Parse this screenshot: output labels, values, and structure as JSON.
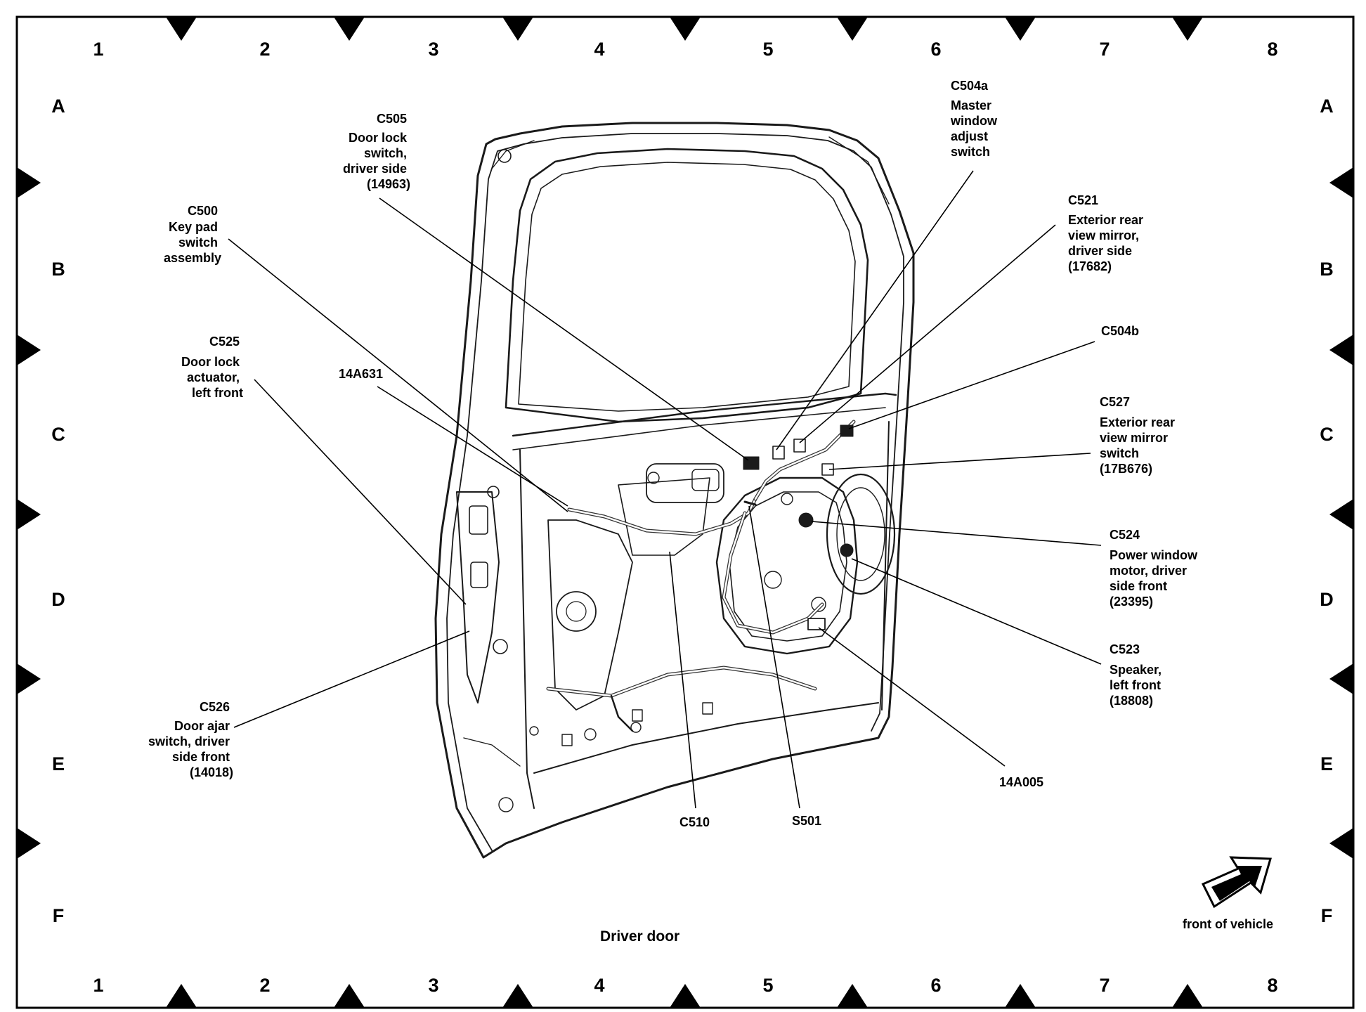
{
  "grid": {
    "columns": [
      "1",
      "2",
      "3",
      "4",
      "5",
      "6",
      "7",
      "8"
    ],
    "rows": [
      "A",
      "B",
      "C",
      "D",
      "E",
      "F"
    ]
  },
  "callouts": [
    {
      "id": "c505",
      "lines": [
        "C505",
        "Door lock",
        "switch,",
        "driver side",
        "(14963)"
      ]
    },
    {
      "id": "c504a",
      "lines": [
        "C504a",
        "Master",
        "window",
        "adjust",
        "switch"
      ]
    },
    {
      "id": "c500",
      "lines": [
        "C500",
        "Key pad",
        "switch",
        "assembly"
      ]
    },
    {
      "id": "c521",
      "lines": [
        "C521",
        "Exterior rear",
        "view mirror,",
        "driver side",
        "(17682)"
      ]
    },
    {
      "id": "c525",
      "lines": [
        "C525",
        "Door lock",
        "actuator,",
        "left front"
      ]
    },
    {
      "id": "14a631",
      "lines": [
        "14A631"
      ]
    },
    {
      "id": "c504b",
      "lines": [
        "C504b"
      ]
    },
    {
      "id": "c527",
      "lines": [
        "C527",
        "Exterior rear",
        "view mirror",
        "switch",
        "(17B676)"
      ]
    },
    {
      "id": "c524",
      "lines": [
        "C524",
        "Power window",
        "motor, driver",
        "side front",
        "(23395)"
      ]
    },
    {
      "id": "c523",
      "lines": [
        "C523",
        "Speaker,",
        "left front",
        "(18808)"
      ]
    },
    {
      "id": "c526",
      "lines": [
        "C526",
        "Door ajar",
        "switch, driver",
        "side front",
        "(14018)"
      ]
    },
    {
      "id": "14a005",
      "lines": [
        "14A005"
      ]
    },
    {
      "id": "c510",
      "lines": [
        "C510"
      ]
    },
    {
      "id": "s501",
      "lines": [
        "S501"
      ]
    }
  ],
  "caption": "Driver door",
  "orientation": {
    "label": "front of vehicle",
    "icon": "arrow-up-right-icon"
  }
}
